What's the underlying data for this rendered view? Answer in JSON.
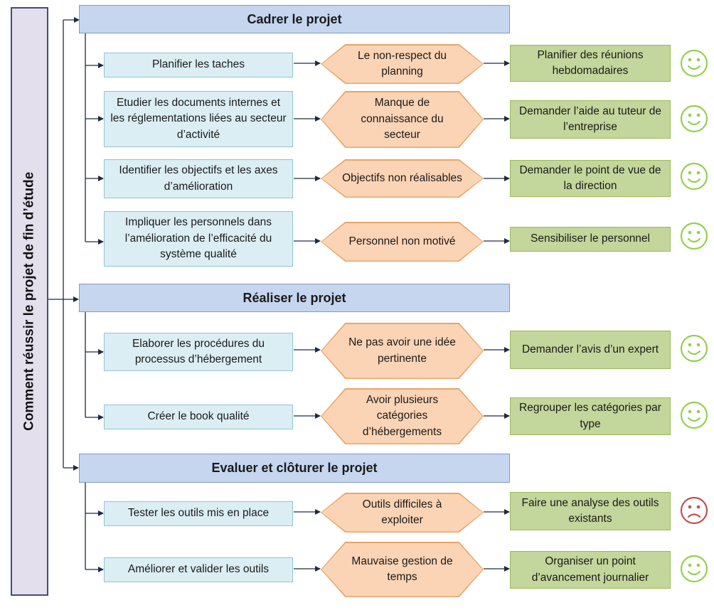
{
  "root_label": "Comment réussir le projet de fin d’étude",
  "colors": {
    "happy": "#92d050",
    "sad": "#c0504d",
    "line": "#1f2a44"
  },
  "phases": [
    {
      "title": "Cadrer le projet",
      "rows": [
        {
          "task": "Planifier les taches",
          "risk": "Le non-respect du planning",
          "action": "Planifier des réunions hebdomadaires",
          "status": "happy"
        },
        {
          "task": "Etudier les documents internes et les réglementations liées au secteur d’activité",
          "risk": "Manque de connaissance du secteur",
          "action": "Demander l’aide au tuteur de l’entreprise",
          "status": "happy"
        },
        {
          "task": "Identifier les objectifs et les axes d’amélioration",
          "risk": "Objectifs non réalisables",
          "action": "Demander le point de vue de la direction",
          "status": "happy"
        },
        {
          "task": "Impliquer les personnels dans l’amélioration de l’efficacité du système qualité",
          "risk": "Personnel non motivé",
          "action": "Sensibiliser le personnel",
          "status": "happy"
        }
      ]
    },
    {
      "title": "Réaliser le projet",
      "rows": [
        {
          "task": "Elaborer les procédures du processus d’hébergement",
          "risk": "Ne pas avoir une idée pertinente",
          "action": "Demander l’avis d’un expert",
          "status": "happy"
        },
        {
          "task": "Créer le book qualité",
          "risk": "Avoir plusieurs catégories d’hébergements",
          "action": "Regrouper les catégories par type",
          "status": "happy"
        }
      ]
    },
    {
      "title": "Evaluer et clôturer le projet",
      "rows": [
        {
          "task": "Tester les outils mis en place",
          "risk": "Outils difficiles à exploiter",
          "action": "Faire une analyse des outils existants",
          "status": "sad"
        },
        {
          "task": "Améliorer et valider les outils",
          "risk": "Mauvaise gestion de temps",
          "action": "Organiser un point d’avancement journalier",
          "status": "happy"
        }
      ]
    }
  ]
}
